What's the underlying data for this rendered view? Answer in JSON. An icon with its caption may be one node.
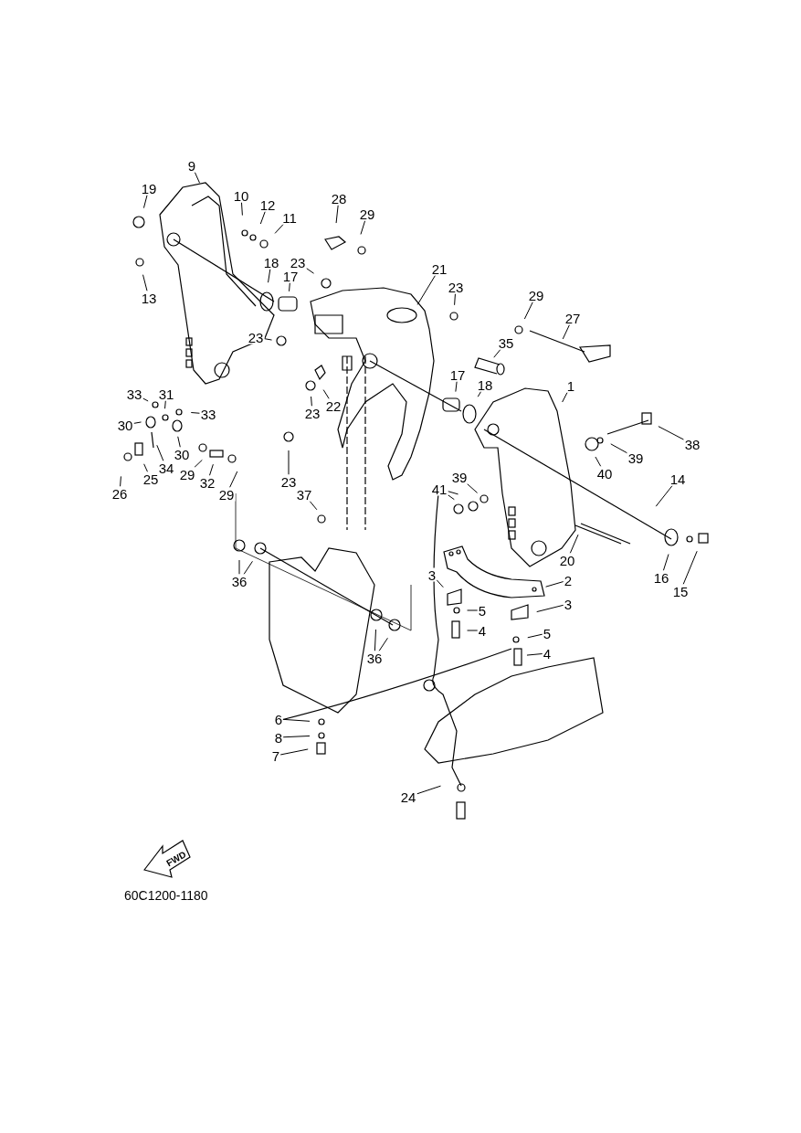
{
  "diagram": {
    "nodes": [
      {
        "text": [
          "9"
        ]
      },
      {
        "text": [
          "19"
        ]
      },
      {
        "text": [
          "10"
        ]
      },
      {
        "text": [
          "12"
        ]
      },
      {
        "text": [
          "11"
        ]
      },
      {
        "text": [
          "28"
        ]
      },
      {
        "text": [
          "29"
        ]
      },
      {
        "text": [
          "13"
        ]
      },
      {
        "text": [
          "18"
        ]
      },
      {
        "text": [
          "17"
        ]
      },
      {
        "text": [
          "23"
        ]
      },
      {
        "text": [
          "21"
        ]
      },
      {
        "text": [
          "23"
        ]
      },
      {
        "text": [
          "29"
        ]
      },
      {
        "text": [
          "27"
        ]
      },
      {
        "text": [
          "23"
        ]
      },
      {
        "text": [
          "35"
        ]
      },
      {
        "text": [
          "1"
        ]
      },
      {
        "text": [
          "17"
        ]
      },
      {
        "text": [
          "18"
        ]
      },
      {
        "text": [
          "22"
        ]
      },
      {
        "text": [
          "23"
        ]
      },
      {
        "text": [
          "33"
        ]
      },
      {
        "text": [
          "31"
        ]
      },
      {
        "text": [
          "33"
        ]
      },
      {
        "text": [
          "30"
        ]
      },
      {
        "text": [
          "30"
        ]
      },
      {
        "text": [
          "34"
        ]
      },
      {
        "text": [
          "25"
        ]
      },
      {
        "text": [
          "26"
        ]
      },
      {
        "text": [
          "29"
        ]
      },
      {
        "text": [
          "32"
        ]
      },
      {
        "text": [
          "29"
        ]
      },
      {
        "text": [
          "23"
        ]
      },
      {
        "text": [
          "38"
        ]
      },
      {
        "text": [
          "39"
        ]
      },
      {
        "text": [
          "40"
        ]
      },
      {
        "text": [
          "39"
        ]
      },
      {
        "text": [
          "41"
        ]
      },
      {
        "text": [
          "14"
        ]
      },
      {
        "text": [
          "37"
        ]
      },
      {
        "text": [
          "20"
        ]
      },
      {
        "text": [
          "16"
        ]
      },
      {
        "text": [
          "15"
        ]
      },
      {
        "text": [
          "36"
        ]
      },
      {
        "text": [
          "3"
        ]
      },
      {
        "text": [
          "2"
        ]
      },
      {
        "text": [
          "3"
        ]
      },
      {
        "text": [
          "5"
        ]
      },
      {
        "text": [
          "4"
        ]
      },
      {
        "text": [
          "5"
        ]
      },
      {
        "text": [
          "4"
        ]
      },
      {
        "text": [
          "36"
        ]
      },
      {
        "text": [
          "6"
        ]
      },
      {
        "text": [
          "8"
        ]
      },
      {
        "text": [
          "7"
        ]
      },
      {
        "text": [
          "24"
        ]
      }
    ],
    "edges": [
      {
        "from": 0,
        "to": null,
        "arrow": "none"
      },
      {
        "from": 1,
        "to": null,
        "arrow": "none"
      },
      {
        "from": 2,
        "to": null,
        "arrow": "none"
      },
      {
        "from": 3,
        "to": null,
        "arrow": "none"
      },
      {
        "from": 4,
        "to": null,
        "arrow": "none"
      },
      {
        "from": 5,
        "to": null,
        "arrow": "none"
      },
      {
        "from": 6,
        "to": null,
        "arrow": "none"
      },
      {
        "from": 7,
        "to": null,
        "arrow": "none"
      },
      {
        "from": 8,
        "to": null,
        "arrow": "none"
      },
      {
        "from": 9,
        "to": null,
        "arrow": "none"
      },
      {
        "from": 10,
        "to": null,
        "arrow": "none"
      },
      {
        "from": 11,
        "to": null,
        "arrow": "none"
      },
      {
        "from": 12,
        "to": null,
        "arrow": "none"
      },
      {
        "from": 13,
        "to": null,
        "arrow": "none"
      },
      {
        "from": 14,
        "to": null,
        "arrow": "none"
      },
      {
        "from": 15,
        "to": null,
        "arrow": "none"
      },
      {
        "from": 16,
        "to": null,
        "arrow": "none"
      },
      {
        "from": 17,
        "to": null,
        "arrow": "none"
      },
      {
        "from": 18,
        "to": null,
        "arrow": "none"
      },
      {
        "from": 19,
        "to": null,
        "arrow": "none"
      },
      {
        "from": 20,
        "to": null,
        "arrow": "none"
      },
      {
        "from": 21,
        "to": null,
        "arrow": "none"
      },
      {
        "from": 22,
        "to": null,
        "arrow": "none"
      },
      {
        "from": 23,
        "to": null,
        "arrow": "none"
      },
      {
        "from": 24,
        "to": null,
        "arrow": "none"
      },
      {
        "from": 25,
        "to": null,
        "arrow": "none"
      },
      {
        "from": 26,
        "to": null,
        "arrow": "none"
      },
      {
        "from": 27,
        "to": null,
        "arrow": "none"
      },
      {
        "from": 28,
        "to": null,
        "arrow": "none"
      },
      {
        "from": 29,
        "to": null,
        "arrow": "none"
      },
      {
        "from": 30,
        "to": null,
        "arrow": "none"
      },
      {
        "from": 31,
        "to": null,
        "arrow": "none"
      },
      {
        "from": 32,
        "to": null,
        "arrow": "none"
      },
      {
        "from": 33,
        "to": null,
        "arrow": "none"
      },
      {
        "from": 34,
        "to": null,
        "arrow": "none"
      },
      {
        "from": 35,
        "to": null,
        "arrow": "none"
      },
      {
        "from": 36,
        "to": null,
        "arrow": "none"
      },
      {
        "from": 37,
        "to": null,
        "arrow": "none"
      },
      {
        "from": 38,
        "to": null,
        "arrow": "none"
      },
      {
        "from": 38,
        "to": null,
        "arrow": "none"
      },
      {
        "from": 39,
        "to": null,
        "arrow": "none"
      },
      {
        "from": 40,
        "to": null,
        "arrow": "none"
      },
      {
        "from": 41,
        "to": null,
        "arrow": "none"
      },
      {
        "from": 42,
        "to": null,
        "arrow": "none"
      },
      {
        "from": 43,
        "to": null,
        "arrow": "none"
      },
      {
        "from": 44,
        "to": null,
        "arrow": "none"
      },
      {
        "from": 44,
        "to": null,
        "arrow": "none"
      },
      {
        "from": 45,
        "to": null,
        "arrow": "none"
      },
      {
        "from": 46,
        "to": null,
        "arrow": "none"
      },
      {
        "from": 47,
        "to": null,
        "arrow": "none"
      },
      {
        "from": 48,
        "to": null,
        "arrow": "none"
      },
      {
        "from": 49,
        "to": null,
        "arrow": "none"
      },
      {
        "from": 50,
        "to": null,
        "arrow": "none"
      },
      {
        "from": 51,
        "to": null,
        "arrow": "none"
      },
      {
        "from": 52,
        "to": null,
        "arrow": "none"
      },
      {
        "from": 52,
        "to": null,
        "arrow": "none"
      },
      {
        "from": 53,
        "to": null,
        "arrow": "none"
      },
      {
        "from": 54,
        "to": null,
        "arrow": "none"
      },
      {
        "from": 55,
        "to": null,
        "arrow": "none"
      },
      {
        "from": 56,
        "to": null,
        "arrow": "none"
      }
    ],
    "labels": [
      "FWD",
      "60C1200-1180"
    ]
  }
}
